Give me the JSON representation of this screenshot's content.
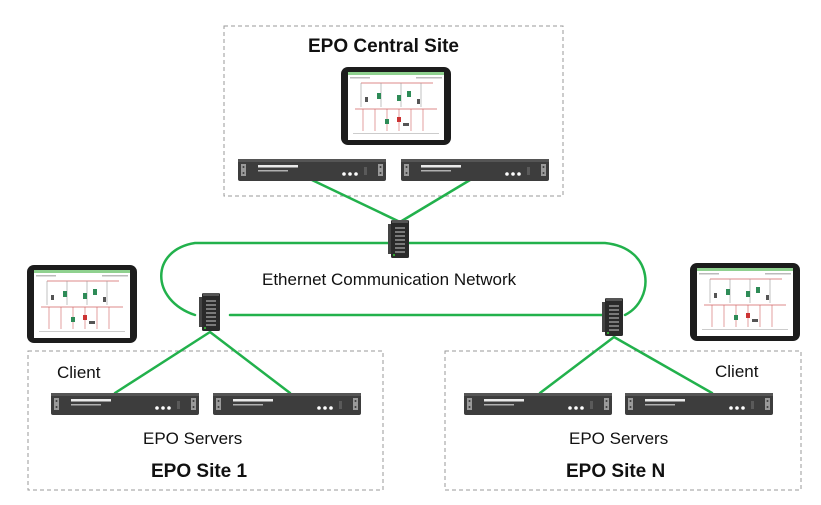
{
  "central_site": {
    "title": "EPO Central Site"
  },
  "network": {
    "label": "Ethernet Communication Network"
  },
  "site_1": {
    "title": "EPO Site 1",
    "servers_label": "EPO Servers",
    "client_label": "Client"
  },
  "site_n": {
    "title": "EPO Site N",
    "servers_label": "EPO Servers",
    "client_label": "Client"
  },
  "colors": {
    "link": "#22b14c",
    "box_border": "#9a9a9a",
    "server_body": "#3d3d3d",
    "tablet_frame": "#1c1c1c",
    "switch_body": "#2a2a2a"
  },
  "icons": {
    "client": "tablet-monitor-icon",
    "server": "rack-server-icon",
    "switch": "ethernet-switch-icon"
  }
}
